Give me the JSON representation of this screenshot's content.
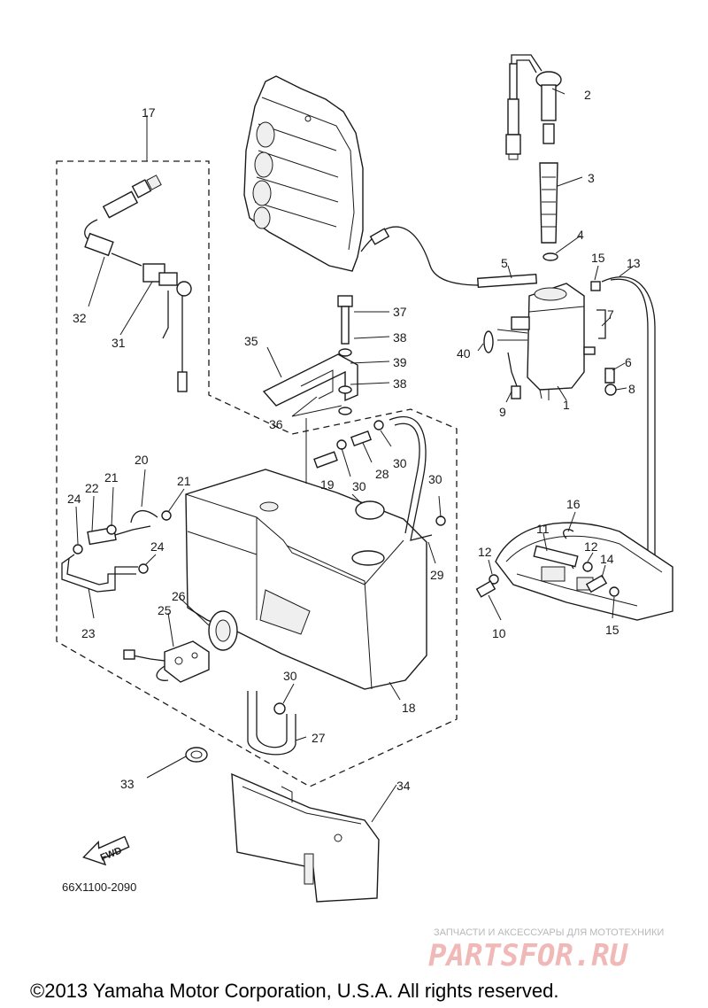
{
  "diagram": {
    "drawing_code": "66X1100-2090",
    "fwd_label": "FWD",
    "callouts": [
      "1",
      "2",
      "3",
      "4",
      "5",
      "6",
      "7",
      "8",
      "9",
      "10",
      "11",
      "12",
      "13",
      "14",
      "15",
      "16",
      "17",
      "18",
      "19",
      "20",
      "21",
      "22",
      "23",
      "24",
      "25",
      "26",
      "27",
      "28",
      "29",
      "30",
      "31",
      "32",
      "33",
      "34",
      "35",
      "36",
      "37",
      "38",
      "39",
      "40"
    ]
  },
  "watermark": {
    "tagline": "ЗАПЧАСТИ И АКСЕССУАРЫ ДЛЯ МОТОТЕХНИКИ",
    "brand": "PARTSFOR.RU"
  },
  "footer": {
    "copyright": "©2013 Yamaha Motor Corporation, U.S.A. All rights reserved."
  }
}
